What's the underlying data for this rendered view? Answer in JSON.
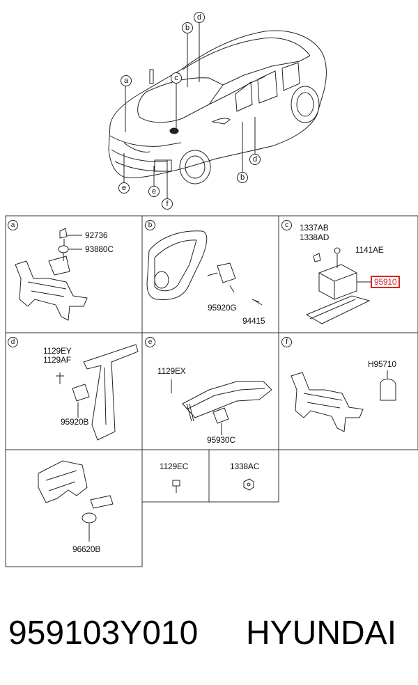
{
  "overview": {
    "letters": {
      "a": "a",
      "b_top": "b",
      "d_top": "d",
      "c": "c",
      "d_side": "d",
      "b_side": "b",
      "e1": "e",
      "e2": "e",
      "f": "f"
    }
  },
  "panels": {
    "a": {
      "tag": "a",
      "parts": [
        "92736",
        "93880C"
      ]
    },
    "b": {
      "tag": "b",
      "parts": [
        "95920G",
        "94415"
      ]
    },
    "c": {
      "tag": "c",
      "parts": [
        "1337AB",
        "1338AD",
        "1141AE",
        "95910"
      ],
      "highlight": "95910",
      "highlight_color": "#dd2222"
    },
    "d": {
      "tag": "d",
      "parts": [
        "1129EY",
        "1129AF",
        "95920B"
      ]
    },
    "e": {
      "tag": "e",
      "parts": [
        "1129EX",
        "95930C"
      ]
    },
    "f": {
      "tag": "f",
      "parts": [
        "H95710"
      ]
    },
    "g": {
      "parts": [
        "96620B"
      ]
    },
    "h": {
      "parts": [
        "1129EC"
      ]
    },
    "i": {
      "parts": [
        "1338AC"
      ]
    }
  },
  "footer": {
    "part_number": "959103Y010",
    "brand": "HYUNDAI"
  }
}
